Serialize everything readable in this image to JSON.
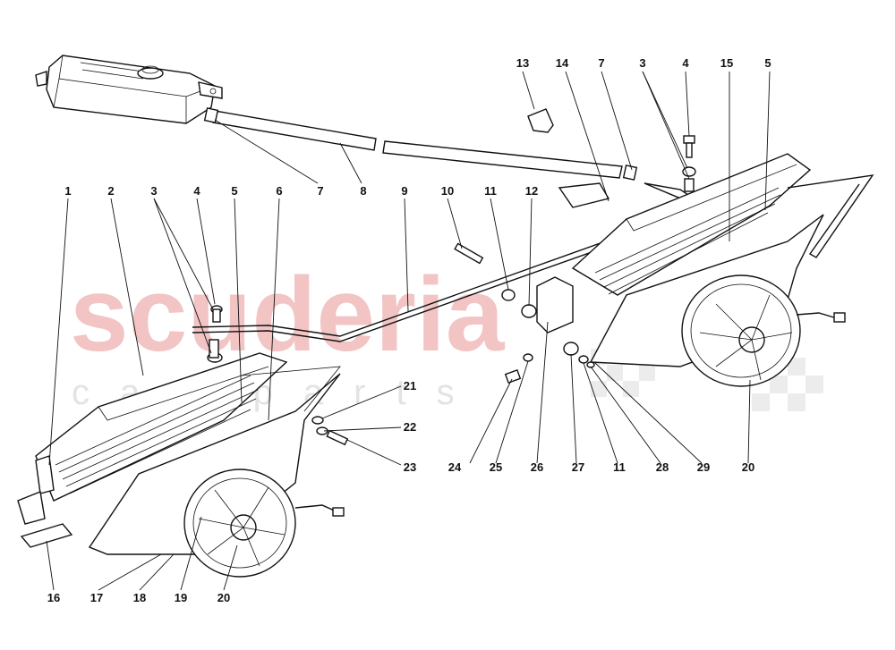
{
  "watermark": {
    "brand": "scuderia",
    "subtitle": "car parts"
  },
  "callouts": [
    {
      "id": "c-13-top",
      "text": "13"
    },
    {
      "id": "c-14-top",
      "text": "14"
    },
    {
      "id": "c-7-top",
      "text": "7"
    },
    {
      "id": "c-3-top",
      "text": "3"
    },
    {
      "id": "c-4-top",
      "text": "4"
    },
    {
      "id": "c-15-top",
      "text": "15"
    },
    {
      "id": "c-5-top",
      "text": "5"
    },
    {
      "id": "c-1",
      "text": "1"
    },
    {
      "id": "c-2",
      "text": "2"
    },
    {
      "id": "c-3-left",
      "text": "3"
    },
    {
      "id": "c-4-left",
      "text": "4"
    },
    {
      "id": "c-5-left",
      "text": "5"
    },
    {
      "id": "c-6",
      "text": "6"
    },
    {
      "id": "c-7-mid",
      "text": "7"
    },
    {
      "id": "c-8",
      "text": "8"
    },
    {
      "id": "c-9",
      "text": "9"
    },
    {
      "id": "c-10",
      "text": "10"
    },
    {
      "id": "c-11-mid",
      "text": "11"
    },
    {
      "id": "c-12",
      "text": "12"
    },
    {
      "id": "c-21",
      "text": "21"
    },
    {
      "id": "c-22",
      "text": "22"
    },
    {
      "id": "c-23",
      "text": "23"
    },
    {
      "id": "c-24",
      "text": "24"
    },
    {
      "id": "c-25",
      "text": "25"
    },
    {
      "id": "c-26",
      "text": "26"
    },
    {
      "id": "c-27",
      "text": "27"
    },
    {
      "id": "c-11-bottom",
      "text": "11"
    },
    {
      "id": "c-28",
      "text": "28"
    },
    {
      "id": "c-29",
      "text": "29"
    },
    {
      "id": "c-20-right",
      "text": "20"
    },
    {
      "id": "c-16",
      "text": "16"
    },
    {
      "id": "c-17",
      "text": "17"
    },
    {
      "id": "c-18",
      "text": "18"
    },
    {
      "id": "c-19",
      "text": "19"
    },
    {
      "id": "c-20-left",
      "text": "20"
    }
  ]
}
